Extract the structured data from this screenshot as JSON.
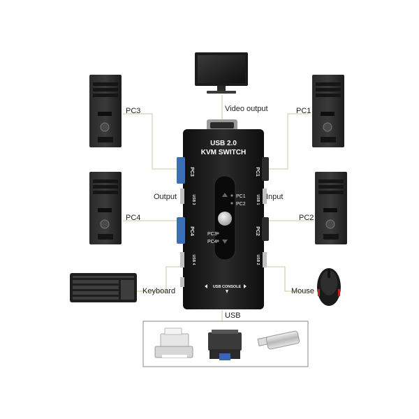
{
  "labels": {
    "video_output": "Video output",
    "pc1": "PC1",
    "pc2": "PC2",
    "pc3": "PC3",
    "pc4": "PC4",
    "output": "Output",
    "input": "Input",
    "keyboard": "Keyboard",
    "mouse": "Mouse",
    "usb": "USB"
  },
  "device": {
    "title_line1": "USB 2.0",
    "title_line2": "KVM SWITCH",
    "port_pc3": "PC3",
    "port_pc1": "PC1",
    "port_pc4": "PC4",
    "port_pc2": "PC2",
    "port_usb1": "USB 1",
    "port_usb2": "USB 2",
    "port_usb3": "USB 3",
    "port_usb4": "USB 4",
    "led_pc1": "PC1",
    "led_pc2": "PC2",
    "led_pc3": "PC3",
    "led_pc4": "PC4",
    "usb_console": "USB CONSOLE"
  },
  "colors": {
    "connector_line": "#c9c98a",
    "device_body": "#1a1a1a",
    "port_blue": "#3b6fb6"
  }
}
